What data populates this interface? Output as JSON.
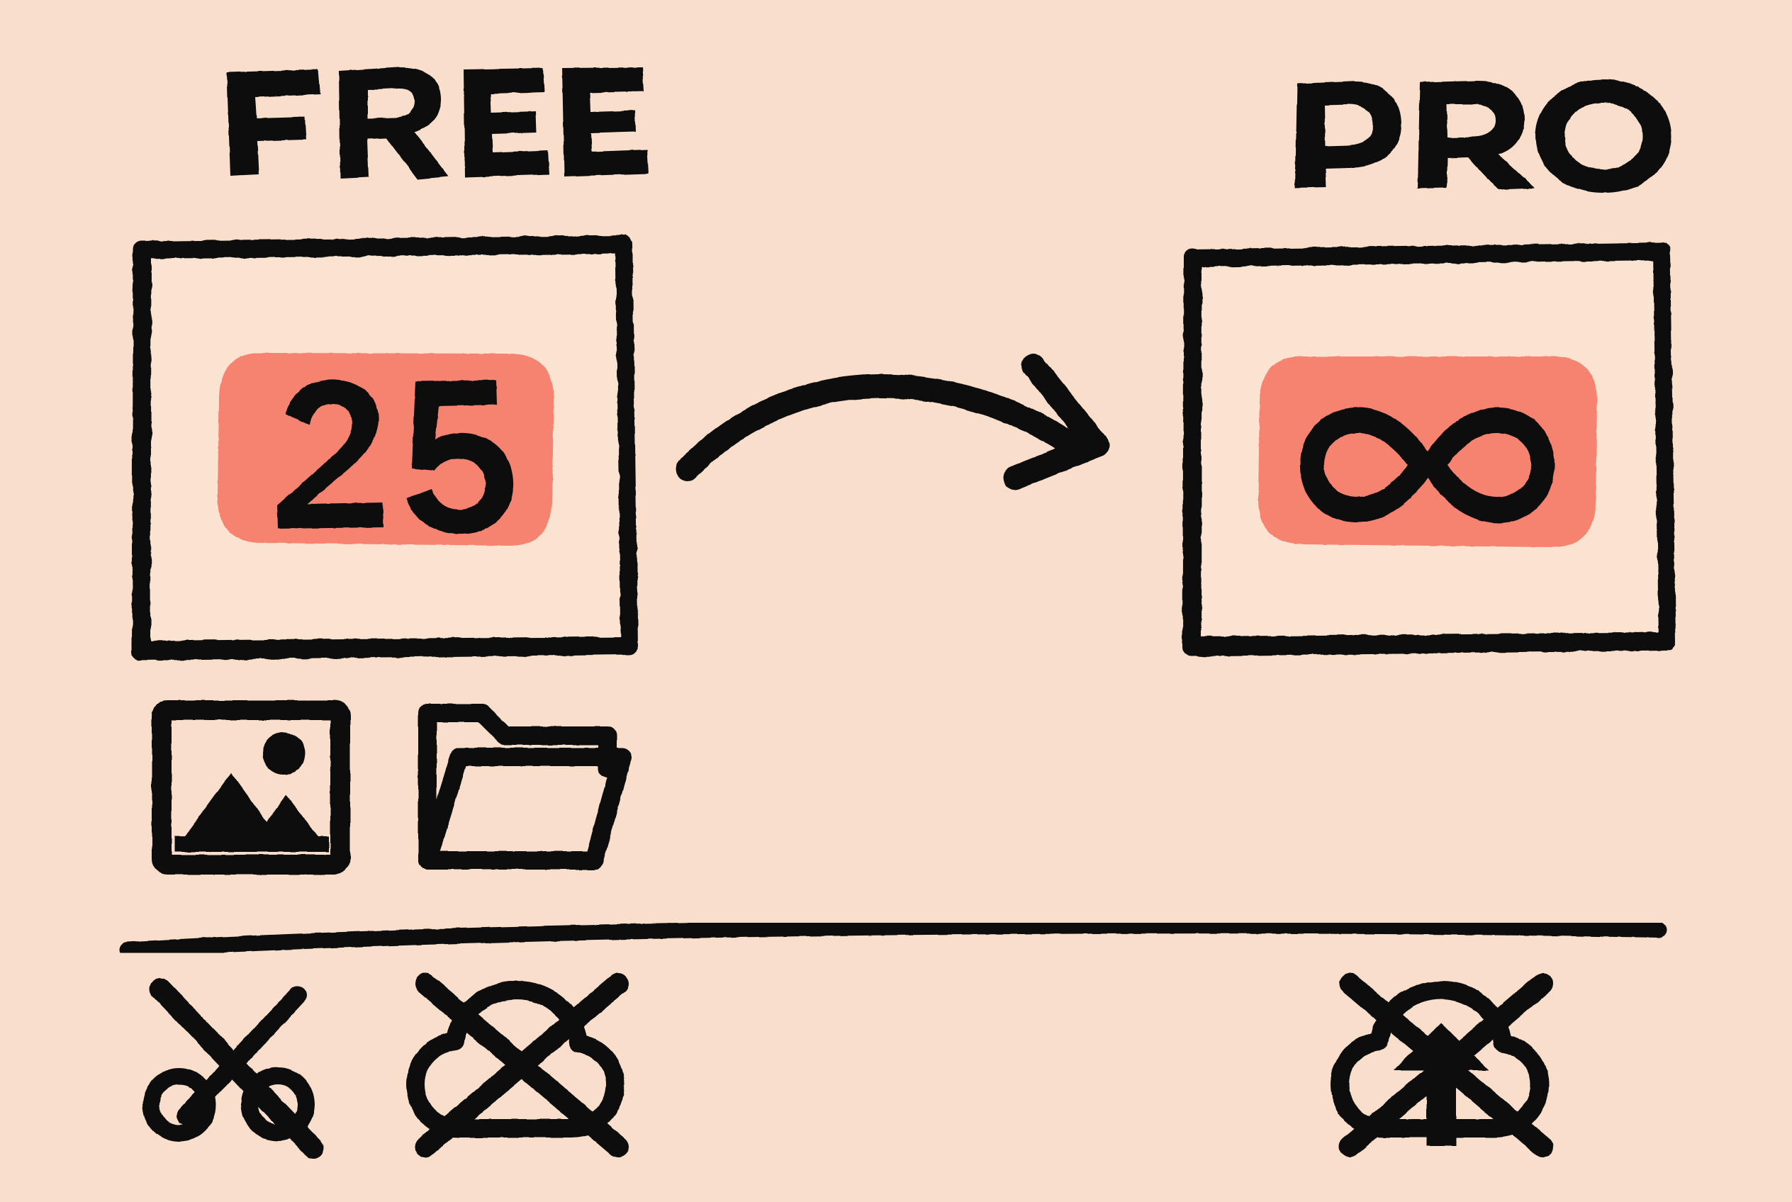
{
  "illustration": {
    "title": "Free vs Pro upgrade comparison",
    "style": "hand-drawn marker sketch",
    "background_color": "#f9dfcb",
    "ink_color": "#111111",
    "accent_color": "#f5836f",
    "card_fill_color": "#fbe3d2"
  },
  "plans": [
    {
      "id": "free",
      "label": "FREE",
      "badge_value": "25",
      "badge_color": "#f5836f",
      "badge_text_color": "#111111"
    },
    {
      "id": "pro",
      "label": "PRO",
      "badge_value": "∞",
      "badge_color": "#f5836f",
      "badge_text_color": "#111111"
    }
  ],
  "transition": {
    "arrow_label": "curved-arrow-right",
    "direction": "left-to-right",
    "from": "FREE",
    "to": "PRO"
  },
  "free_features": [
    {
      "id": "image",
      "icon": "image-icon",
      "label": "Image",
      "state": "available"
    },
    {
      "id": "folder",
      "icon": "folder-icon",
      "label": "Folder",
      "state": "available"
    }
  ],
  "divider": {
    "label": "section-divider",
    "color": "#111111"
  },
  "restricted_features": [
    {
      "id": "scissors",
      "icon": "scissors-crossed-out-icon",
      "label": "Scissors",
      "state": "disabled",
      "column": "free"
    },
    {
      "id": "cloud",
      "icon": "cloud-crossed-out-icon",
      "label": "Cloud",
      "state": "disabled",
      "column": "free"
    },
    {
      "id": "cloud-upload",
      "icon": "cloud-upload-crossed-out-icon",
      "label": "Cloud Upload",
      "state": "disabled",
      "column": "pro"
    }
  ]
}
